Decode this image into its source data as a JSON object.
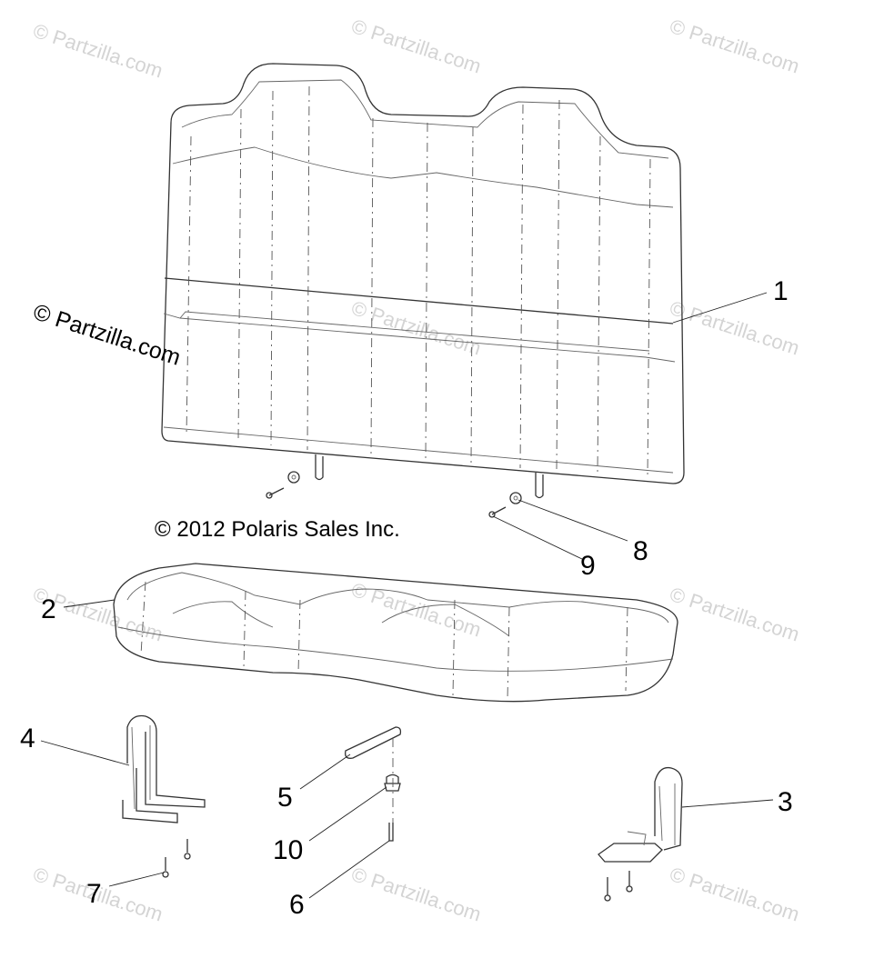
{
  "watermark_text": "© Partzilla.com",
  "featured_watermark": "© Partzilla.com",
  "copyright": "© 2012 Polaris Sales Inc.",
  "callouts": {
    "c1": "1",
    "c2": "2",
    "c3": "3",
    "c4": "4",
    "c5": "5",
    "c6": "6",
    "c7": "7",
    "c8": "8",
    "c9": "9",
    "c10": "10"
  }
}
